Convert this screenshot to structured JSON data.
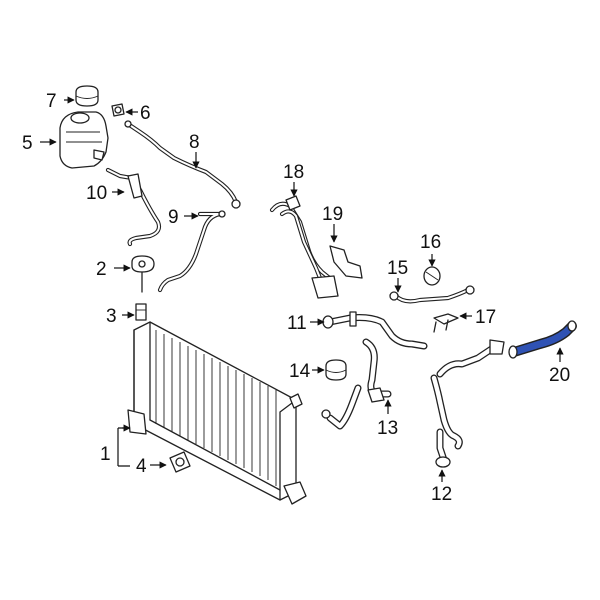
{
  "diagram": {
    "highlight_color": "#2f52b4",
    "line_color": "#222222",
    "background": "#ffffff",
    "callouts": [
      {
        "id": "c1",
        "label": "1"
      },
      {
        "id": "c2",
        "label": "2"
      },
      {
        "id": "c3",
        "label": "3"
      },
      {
        "id": "c4",
        "label": "4"
      },
      {
        "id": "c5",
        "label": "5"
      },
      {
        "id": "c6",
        "label": "6"
      },
      {
        "id": "c7",
        "label": "7"
      },
      {
        "id": "c8",
        "label": "8"
      },
      {
        "id": "c9",
        "label": "9"
      },
      {
        "id": "c10",
        "label": "10"
      },
      {
        "id": "c11",
        "label": "11"
      },
      {
        "id": "c12",
        "label": "12"
      },
      {
        "id": "c13",
        "label": "13"
      },
      {
        "id": "c14",
        "label": "14"
      },
      {
        "id": "c15",
        "label": "15"
      },
      {
        "id": "c16",
        "label": "16"
      },
      {
        "id": "c17",
        "label": "17"
      },
      {
        "id": "c18",
        "label": "18"
      },
      {
        "id": "c19",
        "label": "19"
      },
      {
        "id": "c20",
        "label": "20"
      }
    ]
  }
}
